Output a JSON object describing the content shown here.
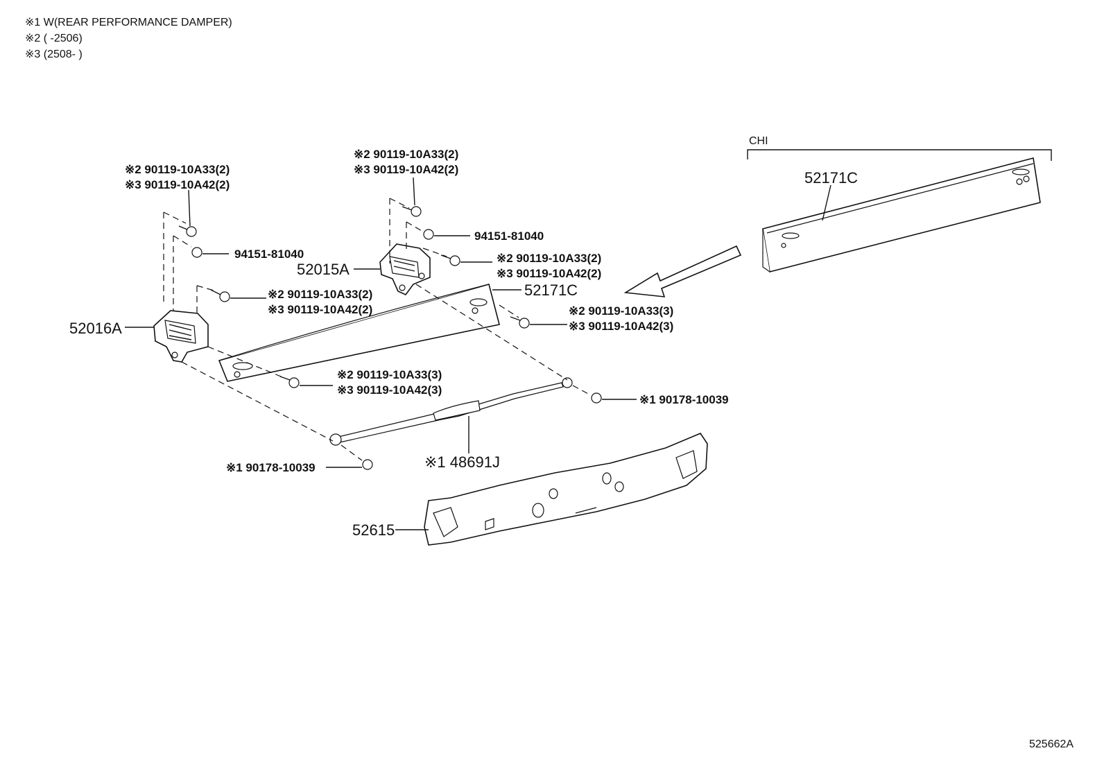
{
  "notes": [
    "※1 W(REAR PERFORMANCE DAMPER)",
    "※2 (      -2506)",
    "※3 (2508-      )"
  ],
  "chi_label": "CHI",
  "diagram_code": "525662A",
  "arrow_icon": "direction-arrow-icon",
  "callouts": {
    "p52171c_chi": "52171C",
    "p52171c": "52171C",
    "p52015a": "52015A",
    "p52016a": "52016A",
    "p52615": "52615",
    "p48691j": "※1 48691J",
    "nut_94151_a": "94151-81040",
    "nut_94151_b": "94151-81040",
    "nut_90178_a": "※1 90178-10039",
    "nut_90178_b": "※1 90178-10039",
    "bolt_set_a_1": "※2 90119-10A33(2)",
    "bolt_set_a_2": "※3 90119-10A42(2)",
    "bolt_set_b_1": "※2 90119-10A33(2)",
    "bolt_set_b_2": "※3 90119-10A42(2)",
    "bolt_set_c_1": "※2 90119-10A33(2)",
    "bolt_set_c_2": "※3 90119-10A42(2)",
    "bolt_set_d_1": "※2 90119-10A33(2)",
    "bolt_set_d_2": "※3 90119-10A42(2)",
    "bolt_set_e_1": "※2 90119-10A33(3)",
    "bolt_set_e_2": "※3 90119-10A42(3)",
    "bolt_set_f_1": "※2 90119-10A33(3)",
    "bolt_set_f_2": "※3 90119-10A42(3)"
  }
}
